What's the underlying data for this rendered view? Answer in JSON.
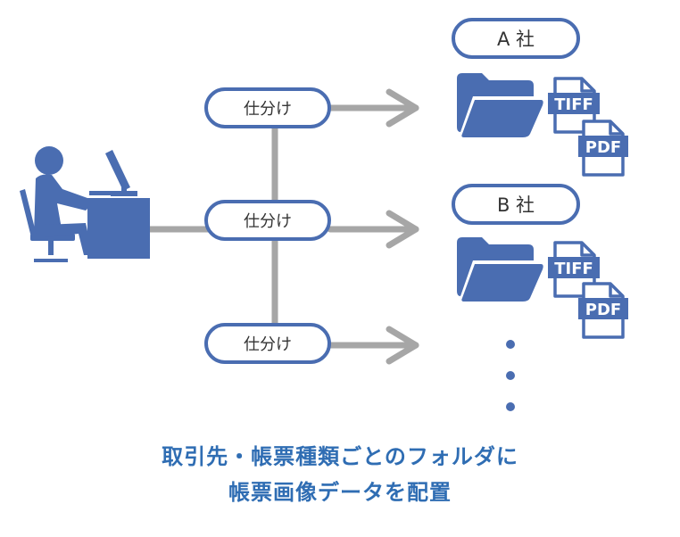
{
  "colors": {
    "accent": "#4a6db1",
    "connector": "#a6a6a6",
    "caption": "#2f6db3",
    "text": "#333333"
  },
  "worker": {
    "icon": "person-at-computer-icon"
  },
  "branches": [
    {
      "label": "仕分け"
    },
    {
      "label": "仕分け"
    },
    {
      "label": "仕分け"
    }
  ],
  "companies": [
    {
      "name": "A 社",
      "folder_icon": "folder-open-icon",
      "files": [
        "TIFF",
        "PDF"
      ]
    },
    {
      "name": "B 社",
      "folder_icon": "folder-open-icon",
      "files": [
        "TIFF",
        "PDF"
      ]
    }
  ],
  "continuation": {
    "icon": "vertical-ellipsis-icon"
  },
  "caption": {
    "line1": "取引先・帳票種類ごとのフォルダに",
    "line2": "帳票画像データを配置"
  }
}
